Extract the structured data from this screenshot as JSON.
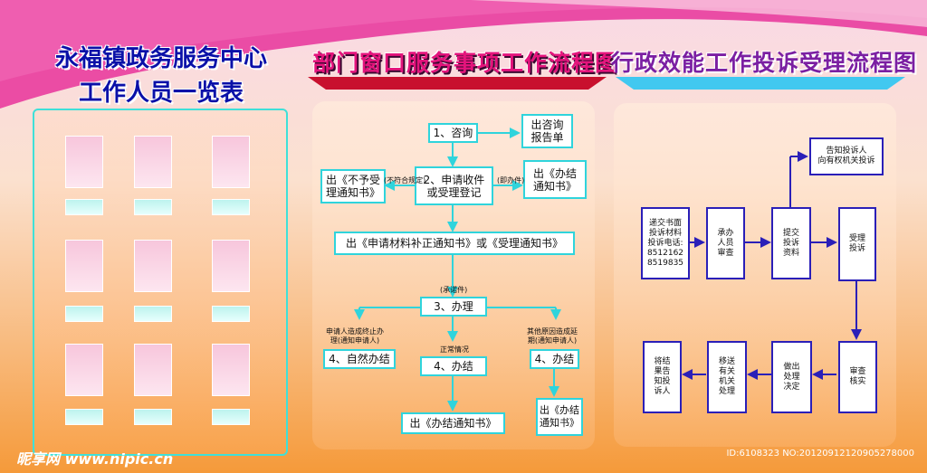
{
  "titles": {
    "left_line1": "永福镇政务服务中心",
    "left_line2": "工作人员一览表",
    "middle": "部门窗口服务事项工作流程图",
    "right": "行政效能工作投诉受理流程图"
  },
  "flow_middle": {
    "consult": "1、咨询",
    "consult_report": "出咨询\n报告单",
    "not_accept": "出《不予受\n理通知书》",
    "apply": "2、申请收件\n或受理登记",
    "finish_notice_top": "出《办结\n通知书》",
    "not_meet_note": "(不符合规定)",
    "instant_note": "(即办件)",
    "supplement": "出《申请材料补正通知书》或《受理通知书》",
    "promise_note": "(承诺件)",
    "handle": "3、办理",
    "cond_left": "申请人造成终止办\n理(通知申请人)",
    "cond_mid": "正常情况",
    "cond_right": "其他原因造成延\n期(通知申请人)",
    "natural_finish": "4、自然办结",
    "finish_mid": "4、办结",
    "finish_right": "4、办结",
    "finish_notice_mid": "出《办结通知书》",
    "finish_notice_right": "出《办结\n通知书》"
  },
  "flow_right": {
    "submit": "递交书面\n投诉材料\n投诉电话:\n8512162\n8519835",
    "staff_review": "承办\n人员\n审查",
    "submit_materials": "提交\n投诉\n资料",
    "accept": "受理\n投诉",
    "inform": "告知投诉人\n向有权机关投诉",
    "verify": "审查\n核实",
    "decision": "做出\n处理\n决定",
    "transfer": "移送\n有关\n机关\n处理",
    "notify_result": "将结\n果告\n知投\n诉人"
  },
  "watermark": {
    "site": "昵享网 www.nipic.cn",
    "id": "ID:6108323 NO:20120912120905278000"
  },
  "colors": {
    "title_blue": "#0a10a8",
    "title_pink": "#e4147c",
    "cyan_border": "#2fd4dc",
    "navy_border": "#2a1fb8"
  }
}
